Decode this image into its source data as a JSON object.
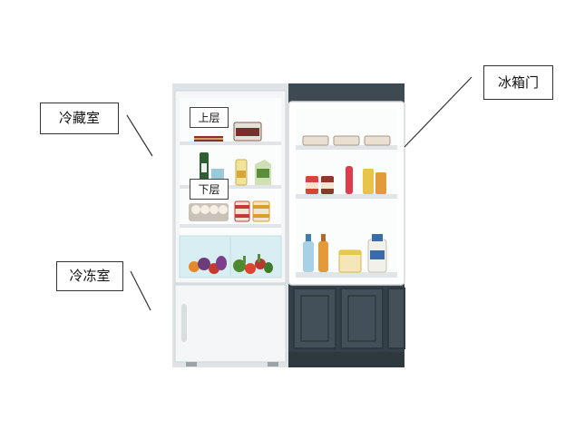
{
  "labels": {
    "fridge": "冷藏室",
    "freezer": "冷冻室",
    "door": "冰箱门",
    "upper": "上层",
    "lower": "下层"
  },
  "colors": {
    "cabinet": "#3d4a52",
    "cabinet_edge": "#2e393f",
    "wall": "#c6c9cc",
    "fridge_body": "#f4f6f7",
    "fridge_interior": "#fbfcfc",
    "shelf": "#e1e5e7",
    "crisper": "#d9eef2",
    "leader": "#333333"
  },
  "icons": [
    "fridge-illustration",
    "egg-tray",
    "juice-bottle",
    "milk-carton",
    "vegetables"
  ]
}
